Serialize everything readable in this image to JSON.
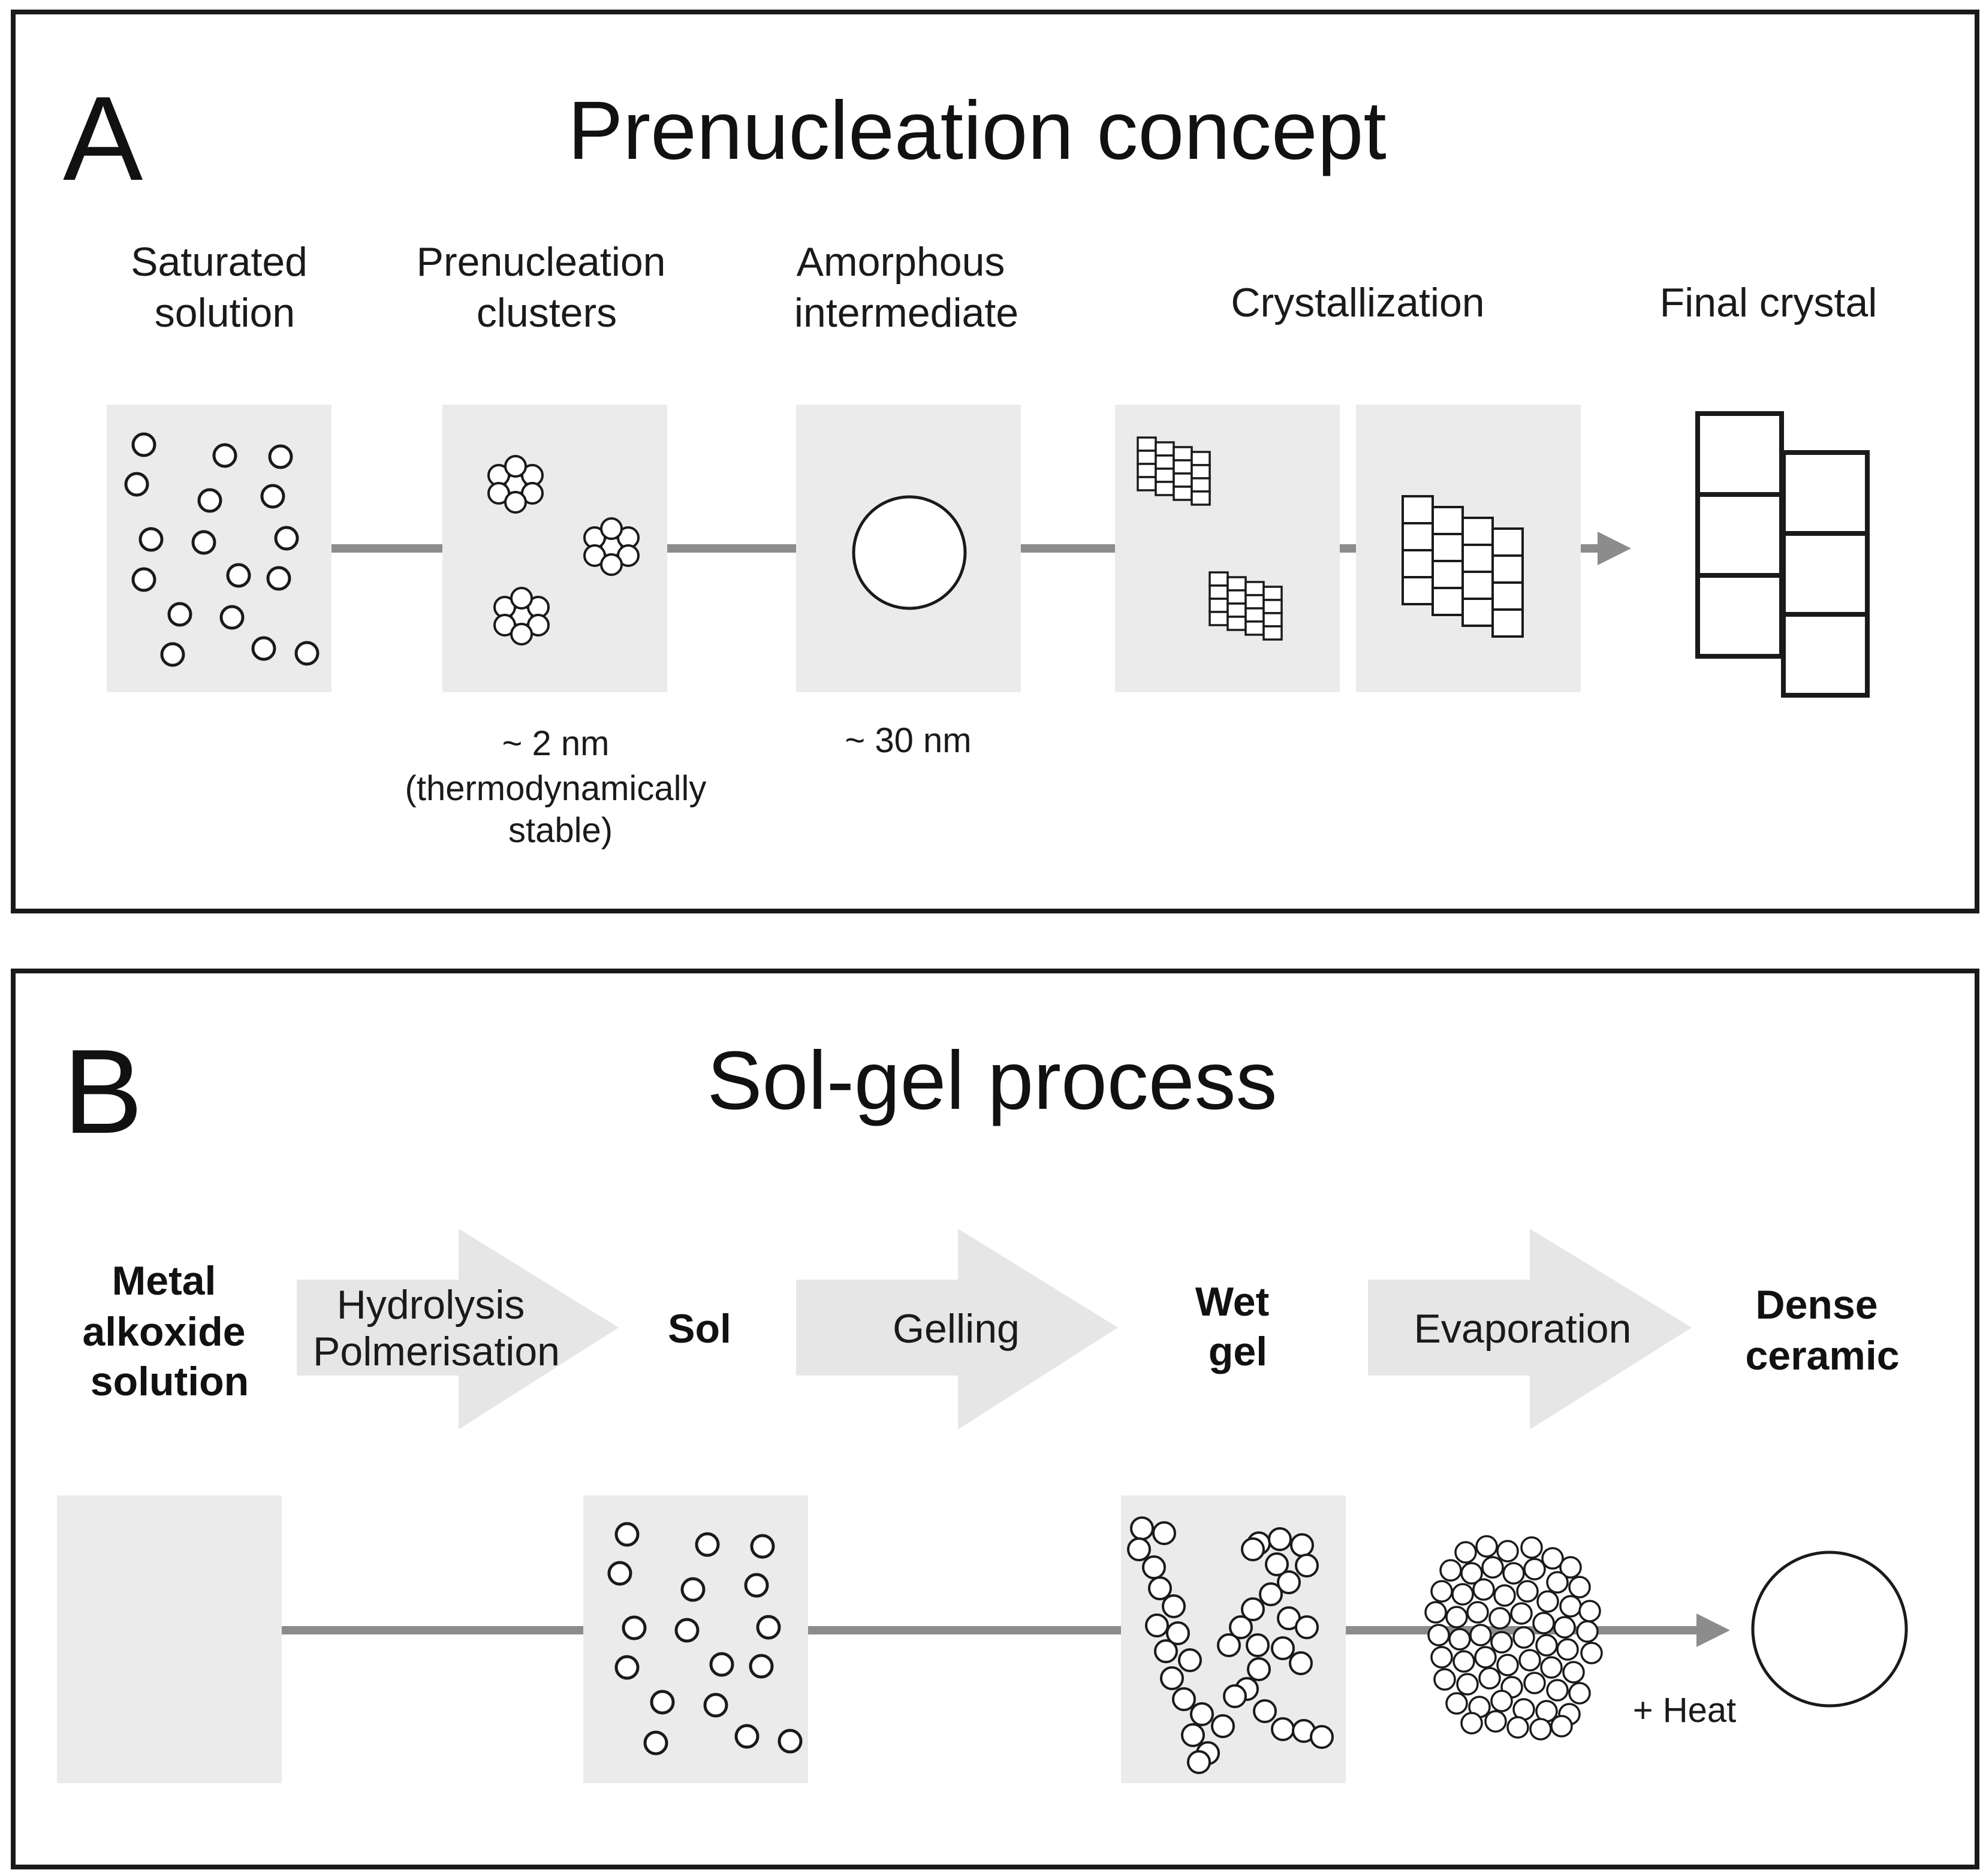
{
  "panel_a": {
    "letter": "A",
    "title": "Prenucleation concept",
    "stages": [
      [
        "Saturated",
        "solution"
      ],
      [
        "Prenucleation",
        "clusters"
      ],
      [
        "Amorphous",
        "intermediate"
      ],
      [
        "Crystallization"
      ],
      [
        "Final crystal"
      ]
    ],
    "cluster_note": [
      "~ 2 nm",
      "(thermodynamically",
      "stable)"
    ],
    "amorphous_note": "~ 30 nm"
  },
  "panel_b": {
    "letter": "B",
    "title": "Sol-gel process",
    "stages": [
      [
        "Metal",
        "alkoxide",
        "solution"
      ],
      [
        "Sol"
      ],
      [
        "Wet",
        "gel"
      ],
      [
        "Dense",
        "ceramic"
      ]
    ],
    "steps": [
      [
        "Hydrolysis",
        "Polmerisation"
      ],
      [
        "Gelling"
      ],
      [
        "Evaporation"
      ]
    ],
    "heat_note": "+ Heat"
  },
  "colors": {
    "frame": "#1a1a1a",
    "box_fill": "#ebebeb",
    "connector": "#8c8c8c",
    "step_arrow": "#e6e6e6"
  }
}
